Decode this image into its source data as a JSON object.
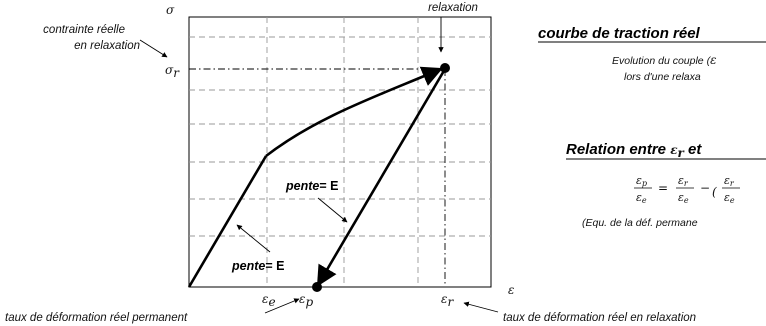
{
  "axes": {
    "y_symbol": "σ",
    "x_symbol": "ε"
  },
  "labels": {
    "constraint_line1": "contrainte réelle",
    "constraint_line2": "en relaxation",
    "relaxation": "relaxation",
    "sigma_r": "σ",
    "sigma_r_sub": "r",
    "slope1_word": "pente",
    "slope1_eq": "= E",
    "slope2_word": "pente",
    "slope2_eq": "= E",
    "eps_e": "ε",
    "eps_e_sub": "e",
    "eps_p": "ε",
    "eps_p_sub": "p",
    "eps_r": "ε",
    "eps_r_sub": "r",
    "strain_perm": "taux de déformation réel permanent",
    "strain_relax": "taux de déformation réel en relaxation"
  },
  "side": {
    "title": "courbe de traction réel",
    "caption1_pre": "Evolution du couple (",
    "caption1_sym": "ε",
    "caption2": "lors d'une relaxa",
    "relation_title_pre": "Relation entre ",
    "relation_sym": "ε",
    "relation_sub": "r",
    "relation_post": " et",
    "equation": "εp/εe = εr/εe − (εr/εe",
    "equ_caption": "(Equ. de la déf. permane"
  },
  "colors": {
    "grid": "#999999",
    "curve": "#000000"
  }
}
